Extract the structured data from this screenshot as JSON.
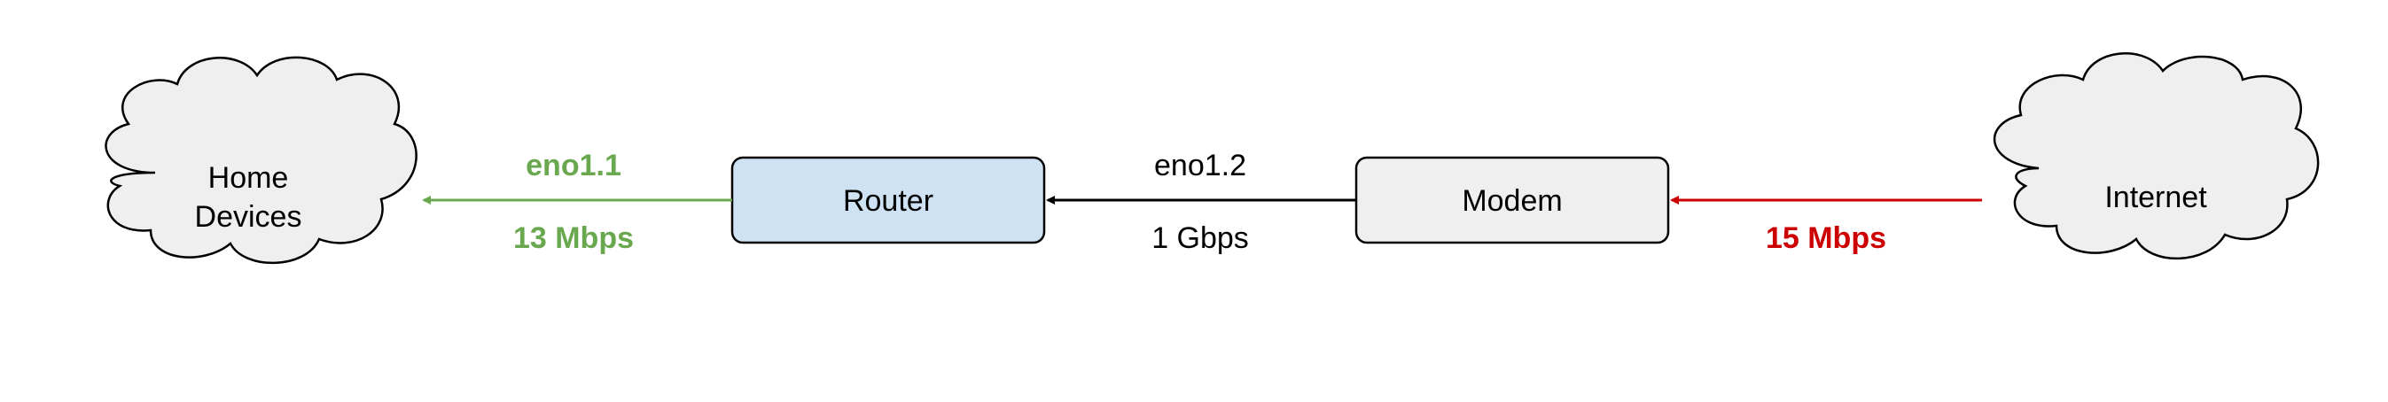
{
  "nodes": {
    "home_devices": {
      "label_line1": "Home",
      "label_line2": "Devices"
    },
    "router": {
      "label": "Router"
    },
    "modem": {
      "label": "Modem"
    },
    "internet": {
      "label": "Internet"
    }
  },
  "edges": {
    "router_to_home": {
      "top_label": "eno1.1",
      "bottom_label": "13 Mbps",
      "color": "#6aa84f"
    },
    "modem_to_router": {
      "top_label": "eno1.2",
      "bottom_label": "1 Gbps",
      "color": "#000000"
    },
    "internet_to_modem": {
      "bottom_label": "15 Mbps",
      "color": "#cc0000"
    }
  },
  "colors": {
    "router_fill": "#cfe2f3",
    "node_fill": "#efefef",
    "stroke": "#000000"
  }
}
